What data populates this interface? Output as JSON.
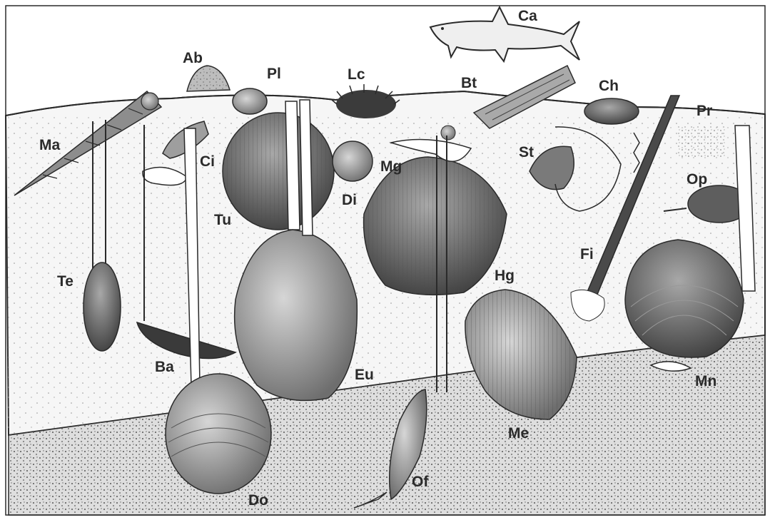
{
  "labels": {
    "ab": "Ab",
    "pl": "Pl",
    "lc": "Lc",
    "bt": "Bt",
    "ch": "Ch",
    "ca": "Ca",
    "pr": "Pr",
    "ma": "Ma",
    "ci": "Ci",
    "st": "St",
    "mg": "Mg",
    "di": "Di",
    "op": "Op",
    "tu": "Tu",
    "te": "Te",
    "fi": "Fi",
    "hg": "Hg",
    "ba": "Ba",
    "eu": "Eu",
    "mn": "Mn",
    "me": "Me",
    "of": "Of",
    "do": "Do"
  },
  "colors": {
    "background": "#ffffff",
    "ink": "#2a2a2a",
    "sediment_light": "#f4f4f4",
    "sediment_dark": "#d8d8d8",
    "shell_dark": "#6e6e6e",
    "shell_mid": "#9a9a9a",
    "shell_light": "#c4c4c4"
  }
}
